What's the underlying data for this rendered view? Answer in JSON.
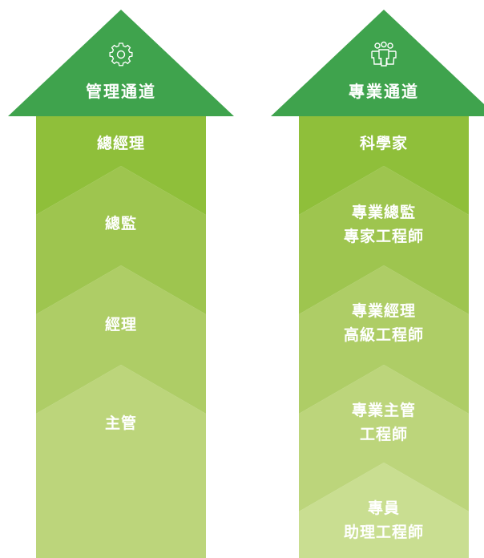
{
  "columns": [
    {
      "id": "management",
      "header": "管理通道",
      "icon": "gear-icon",
      "levels": [
        {
          "lines": [
            "總經理"
          ]
        },
        {
          "lines": [
            "總監"
          ]
        },
        {
          "lines": [
            "經理"
          ]
        },
        {
          "lines": [
            "主管"
          ]
        }
      ]
    },
    {
      "id": "professional",
      "header": "專業通道",
      "icon": "team-icon",
      "levels": [
        {
          "lines": [
            "科學家"
          ]
        },
        {
          "lines": [
            "專業總監",
            "專家工程師"
          ]
        },
        {
          "lines": [
            "專業經理",
            "高級工程師"
          ]
        },
        {
          "lines": [
            "專業主管",
            "工程師"
          ]
        },
        {
          "lines": [
            "專員",
            "助理工程師"
          ]
        }
      ]
    }
  ],
  "colors": {
    "header_green": "#3fa34d",
    "level_1": "#8fbf3a",
    "level_2": "#9ec54f",
    "level_3": "#aecd66",
    "level_4": "#bcd57b",
    "level_5": "#c9de91",
    "icon_stroke": "#ffffff",
    "text": "#ffffff"
  }
}
